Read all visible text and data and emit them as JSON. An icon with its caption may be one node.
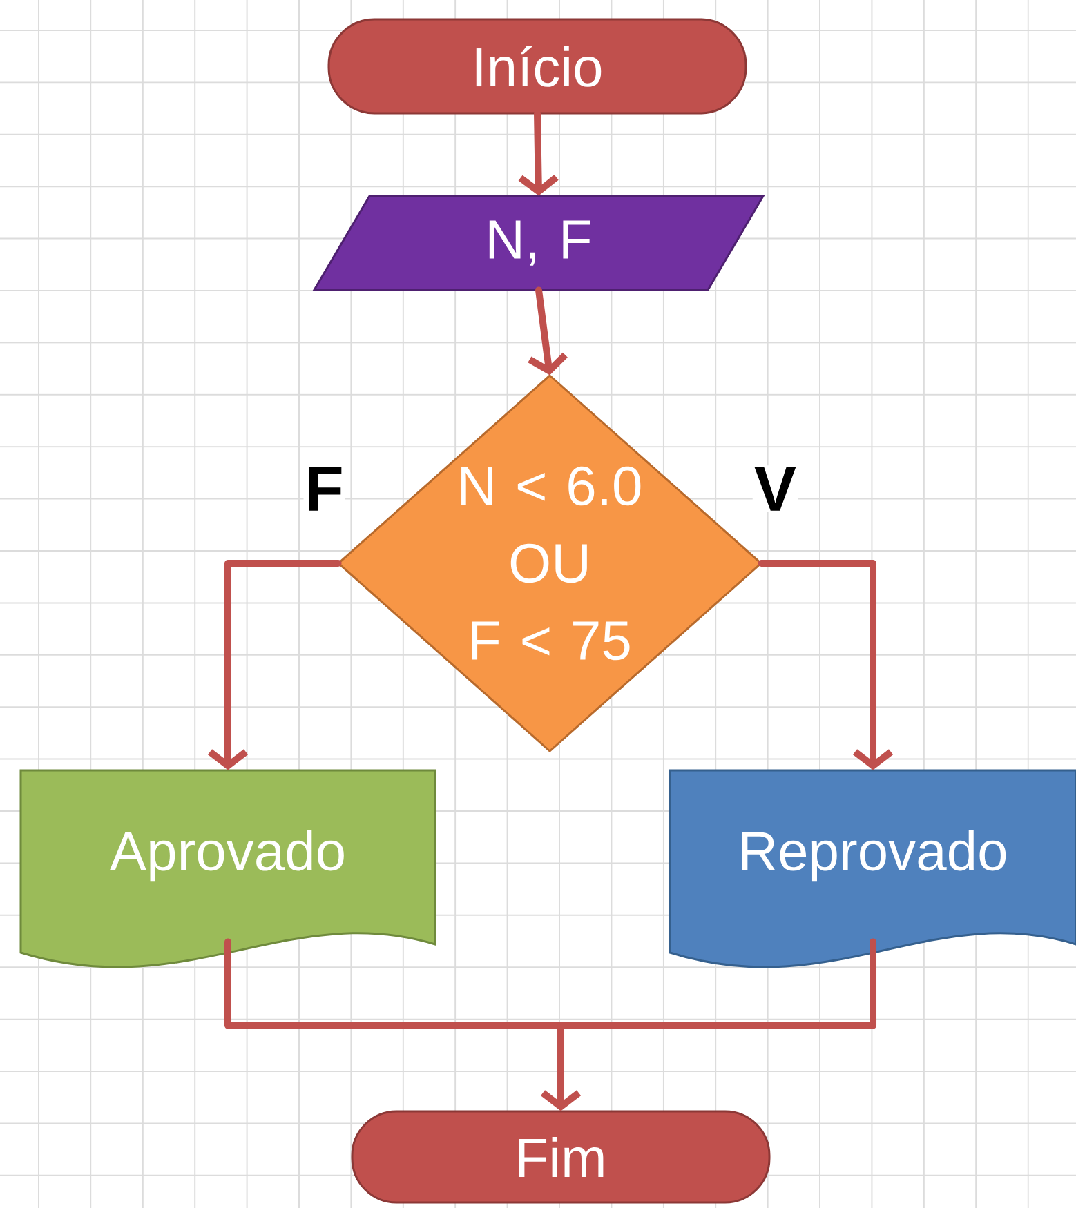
{
  "diagram": {
    "nodes": [
      {
        "text": [
          "Início"
        ]
      },
      {
        "text": [
          "N, F"
        ]
      },
      {
        "text": [
          "N < 6.0",
          "OU",
          "F < 75"
        ]
      },
      {
        "text": [
          "Aprovado"
        ]
      },
      {
        "text": [
          "Reprovado"
        ]
      },
      {
        "text": [
          "Fim"
        ]
      }
    ],
    "edges": [
      {
        "from": 0,
        "to": 1,
        "arrow": "to"
      },
      {
        "from": 1,
        "to": 2,
        "arrow": "to"
      },
      {
        "from": 2,
        "to": 3,
        "arrow": "to",
        "label": "F"
      },
      {
        "from": 2,
        "to": 4,
        "arrow": "to",
        "label": "V"
      },
      {
        "from": 3,
        "to": 5,
        "arrow": "to"
      },
      {
        "from": 4,
        "to": 5,
        "arrow": "to"
      }
    ]
  }
}
